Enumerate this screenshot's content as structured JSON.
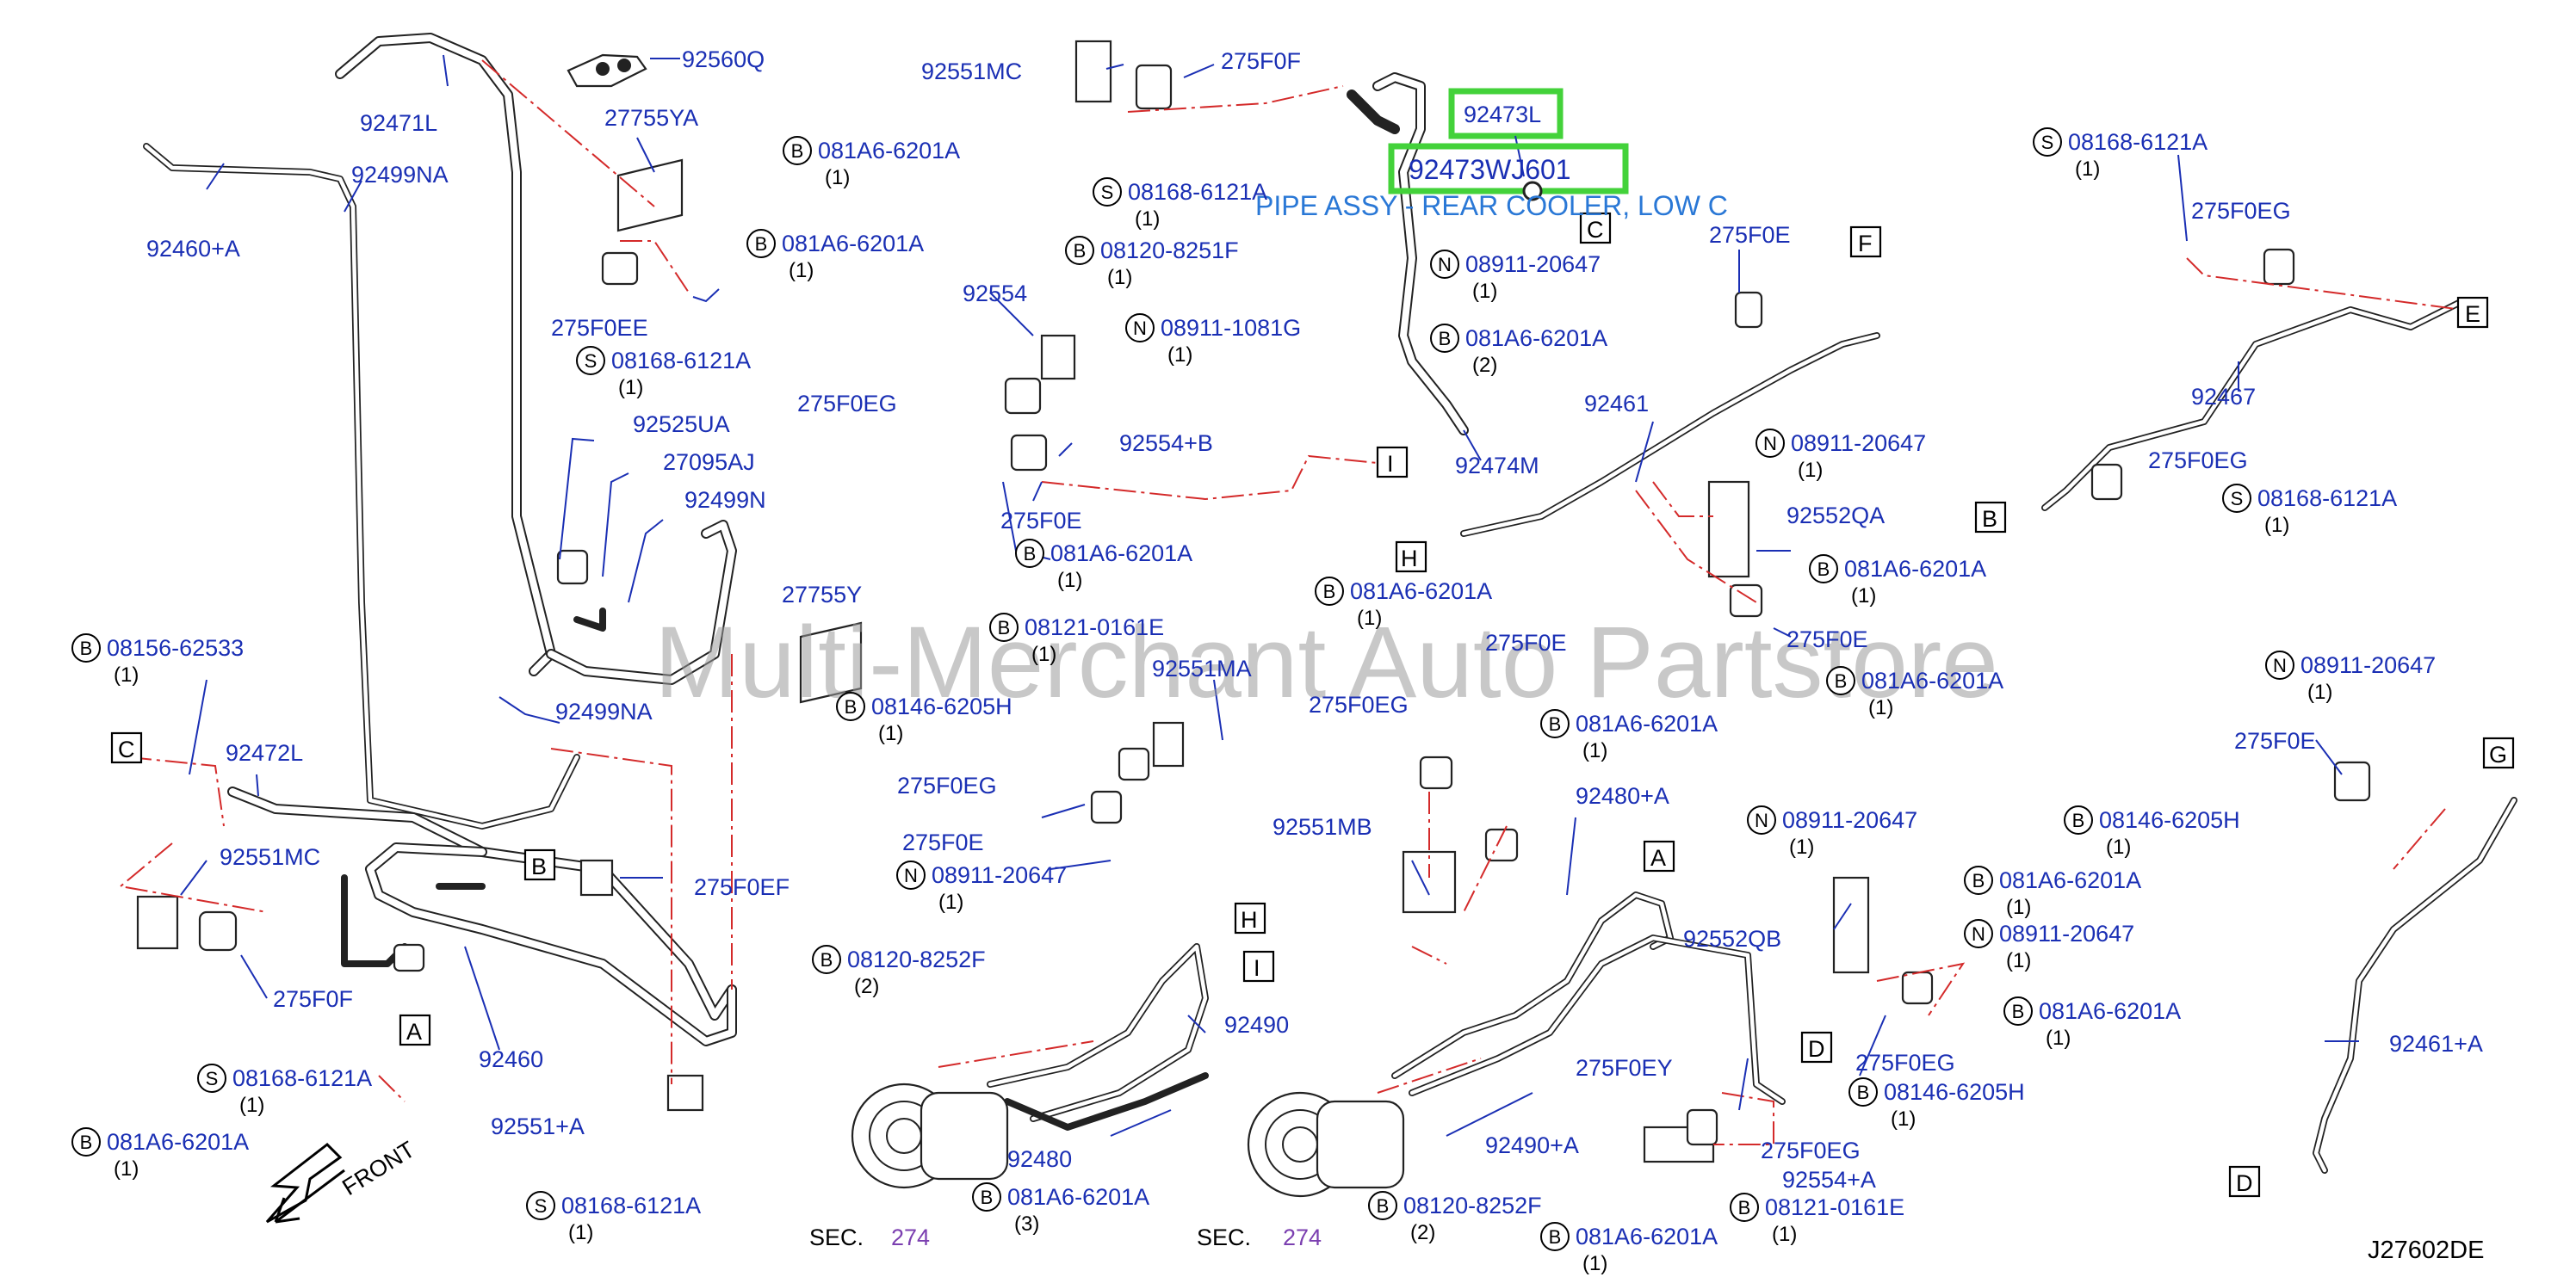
{
  "watermark": "Multi-Merchant Auto Partstore",
  "diagram_code": "J27602DE",
  "front_label": "FRONT",
  "highlight": {
    "part_number": "92473L",
    "catalog_number": "92473WJ601",
    "tooltip": "PIPE ASSY - REAR COOLER, LOW C"
  },
  "sections": [
    {
      "prefix": "SEC.",
      "number": "274"
    },
    {
      "prefix": "SEC.",
      "number": "274"
    }
  ],
  "letter_tags": {
    "C1": "C",
    "C2": "C",
    "B": "B",
    "A1": "A",
    "A2": "A",
    "H1": "H",
    "H2": "H",
    "I1": "I",
    "I2": "I",
    "F": "F",
    "E": "E",
    "G": "G",
    "D1": "D",
    "D2": "D"
  },
  "labels": {
    "p92560Q": "92560Q",
    "p92471L": "92471L",
    "p27755YA": "27755YA",
    "p92499NA_a": "92499NA",
    "p92460A": "92460+A",
    "p275F0EE": "275F0EE",
    "p92525UA": "92525UA",
    "p27095AJ": "27095AJ",
    "p92499N": "92499N",
    "p27755Y": "27755Y",
    "p92499NA_b": "92499NA",
    "p92472L": "92472L",
    "p92551MC_l": "92551MC",
    "p275F0F_l": "275F0F",
    "p275F0EF": "275F0EF",
    "p92460": "92460",
    "p92551A": "92551+A",
    "p92551MC_t": "92551MC",
    "p275F0F_t": "275F0F",
    "p92554": "92554",
    "p275F0EG_a": "275F0EG",
    "p92554B": "92554+B",
    "p275F0E_a": "275F0E",
    "p92551MA": "92551MA",
    "p275F0EG_b": "275F0EG",
    "p275F0E_b": "275F0E",
    "p92474M": "92474M",
    "p92461": "92461",
    "p275F0E_c": "275F0E",
    "p92552QA": "92552QA",
    "p275F0E_d": "275F0E",
    "p275F0E_e": "275F0E",
    "p275F0EG_c": "275F0EG",
    "p92551MB": "92551MB",
    "p92480A": "92480+A",
    "p92552QB": "92552QB",
    "p275F0EY": "275F0EY",
    "p92490": "92490",
    "p92480": "92480",
    "p92490A": "92490+A",
    "p275F0EG_d": "275F0EG",
    "p275F0EG_e": "275F0EG",
    "p92554A": "92554+A",
    "p275F0EG_f": "275F0EG",
    "p92467": "92467",
    "p275F0EG_g": "275F0EG",
    "p275F0E_f": "275F0E",
    "p92461A": "92461+A"
  },
  "callouts": {
    "c1": {
      "prefix": "S",
      "number": "08168-6121A",
      "qty": "(1)"
    },
    "c2": {
      "prefix": "B",
      "number": "08156-62533",
      "qty": "(1)"
    },
    "c3": {
      "prefix": "S",
      "number": "08168-6121A",
      "qty": "(1)"
    },
    "c4": {
      "prefix": "B",
      "number": "081A6-6201A",
      "qty": "(1)"
    },
    "c5": {
      "prefix": "S",
      "number": "08168-6121A",
      "qty": "(1)"
    },
    "c6": {
      "prefix": "B",
      "number": "081A6-6201A",
      "qty": "(1)"
    },
    "c7": {
      "prefix": "S",
      "number": "08168-6121A",
      "qty": "(1)"
    },
    "c8": {
      "prefix": "B",
      "number": "081A6-6201A",
      "qty": "(1)"
    },
    "c9": {
      "prefix": "B",
      "number": "08120-8251F",
      "qty": "(1)"
    },
    "c10": {
      "prefix": "N",
      "number": "08911-1081G",
      "qty": "(1)"
    },
    "c11": {
      "prefix": "B",
      "number": "081A6-6201A",
      "qty": "(1)"
    },
    "c12": {
      "prefix": "B",
      "number": "08121-0161E",
      "qty": "(1)"
    },
    "c13": {
      "prefix": "B",
      "number": "08146-6205H",
      "qty": "(1)"
    },
    "c14": {
      "prefix": "N",
      "number": "08911-20647",
      "qty": "(1)"
    },
    "c15": {
      "prefix": "B",
      "number": "08120-8252F",
      "qty": "(2)"
    },
    "c16": {
      "prefix": "B",
      "number": "081A6-6201A",
      "qty": "(3)"
    },
    "c17": {
      "prefix": "N",
      "number": "08911-20647",
      "qty": "(1)"
    },
    "c18": {
      "prefix": "B",
      "number": "081A6-6201A",
      "qty": "(2)"
    },
    "c19": {
      "prefix": "N",
      "number": "08911-20647",
      "qty": "(1)"
    },
    "c20": {
      "prefix": "B",
      "number": "081A6-6201A",
      "qty": "(1)"
    },
    "c21": {
      "prefix": "B",
      "number": "081A6-6201A",
      "qty": "(1)"
    },
    "c22": {
      "prefix": "B",
      "number": "081A6-6201A",
      "qty": "(1)"
    },
    "c23": {
      "prefix": "B",
      "number": "081A6-6201A",
      "qty": "(1)"
    },
    "c24": {
      "prefix": "N",
      "number": "08911-20647",
      "qty": "(1)"
    },
    "c25": {
      "prefix": "B",
      "number": "081A6-6201A",
      "qty": "(1)"
    },
    "c26": {
      "prefix": "N",
      "number": "08911-20647",
      "qty": "(1)"
    },
    "c27": {
      "prefix": "B",
      "number": "081A6-6201A",
      "qty": "(1)"
    },
    "c28": {
      "prefix": "B",
      "number": "08146-6205H",
      "qty": "(1)"
    },
    "c29": {
      "prefix": "B",
      "number": "08120-8252F",
      "qty": "(2)"
    },
    "c30": {
      "prefix": "B",
      "number": "08121-0161E",
      "qty": "(1)"
    },
    "c31": {
      "prefix": "S",
      "number": "08168-6121A",
      "qty": "(1)"
    },
    "c32": {
      "prefix": "S",
      "number": "08168-6121A",
      "qty": "(1)"
    },
    "c33": {
      "prefix": "N",
      "number": "08911-20647",
      "qty": "(1)"
    },
    "c34": {
      "prefix": "B",
      "number": "08146-6205H",
      "qty": "(1)"
    },
    "c35": {
      "prefix": "B",
      "number": "081A6-6201A",
      "qty": "(1)"
    }
  }
}
